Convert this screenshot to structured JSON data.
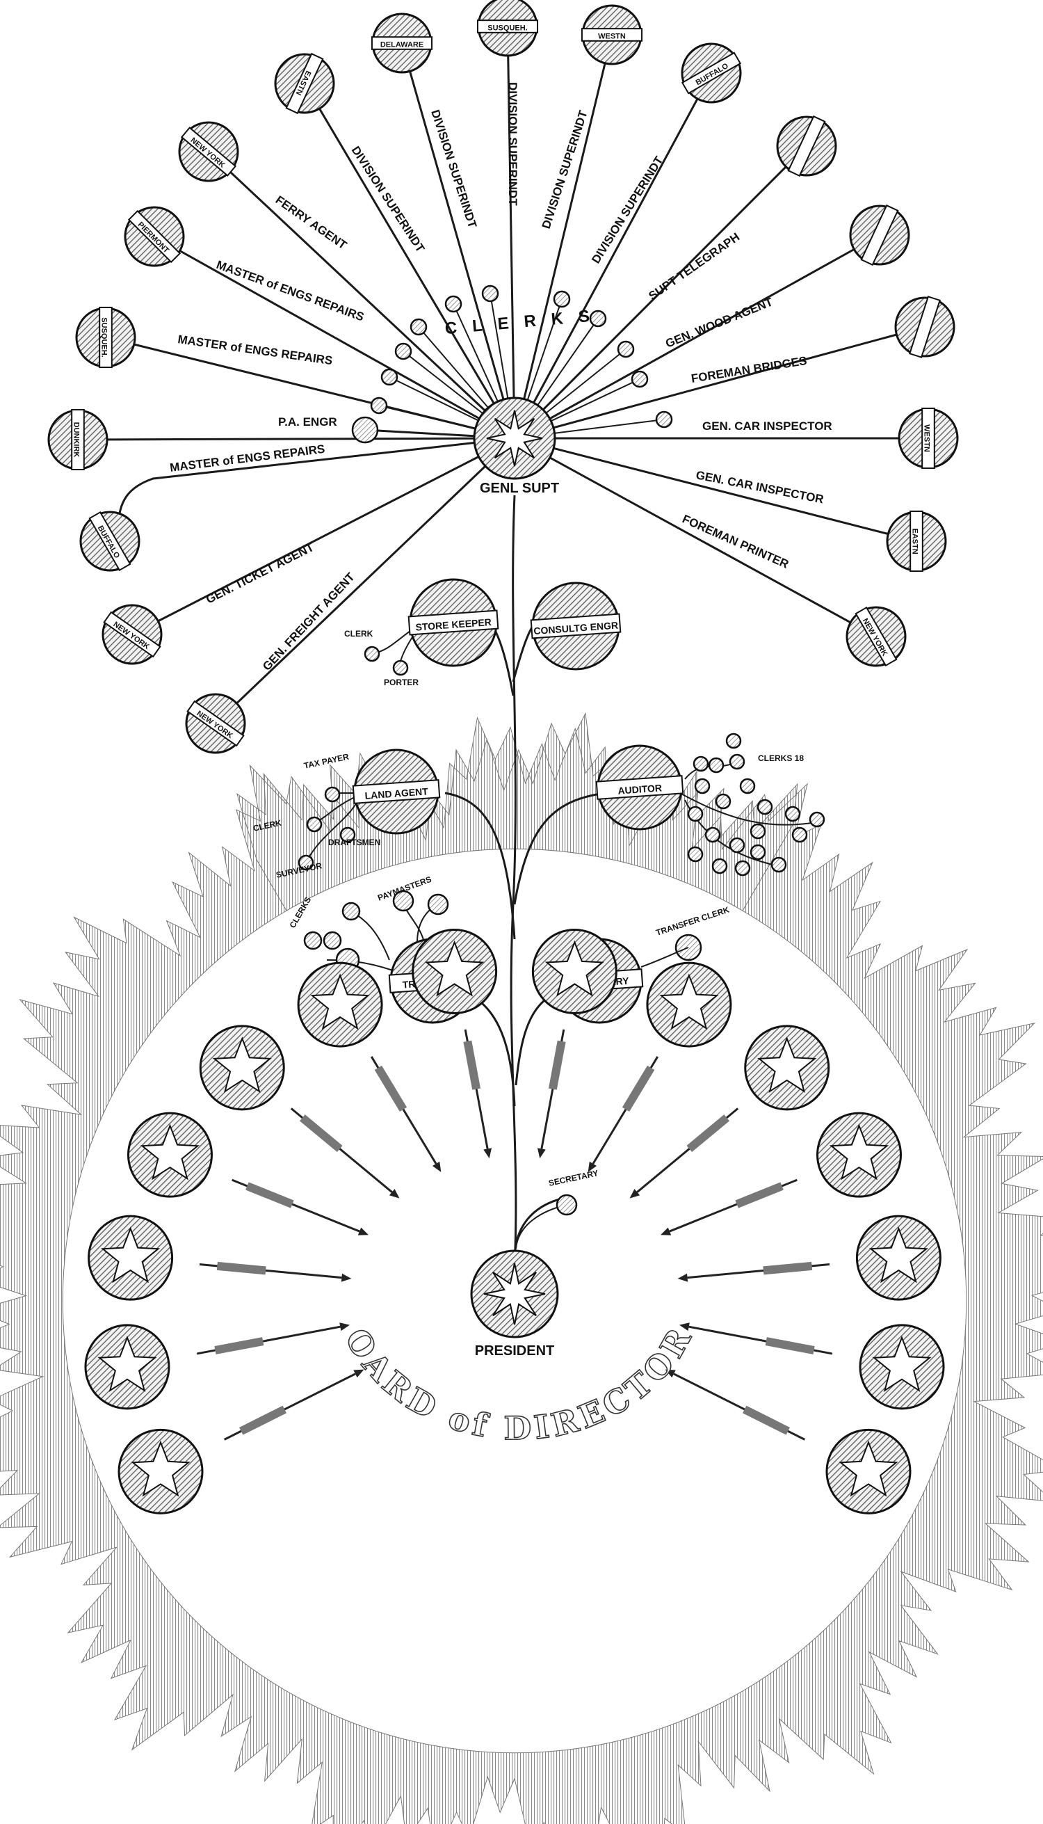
{
  "top": {
    "center_label": "GENL SUPT",
    "clerks_label": "CLERKS",
    "branches": [
      {
        "label": "MASTER of ENGS REPAIRS",
        "badge": "DUNKIRK"
      },
      {
        "label": "",
        "badge": "BUFFALO"
      },
      {
        "label": "P.A. ENGR",
        "badge": ""
      },
      {
        "label": "MASTER of ENGS REPAIRS",
        "badge": "SUSQUEH."
      },
      {
        "label": "MASTER of ENGS REPAIRS",
        "badge": "PIERMONT"
      },
      {
        "label": "FERRY AGENT",
        "badge": "NEW YORK"
      },
      {
        "label": "DIVISION SUPERINDT",
        "badge": "EASTN"
      },
      {
        "label": "DIVISION SUPERINDT",
        "badge": "DELAWARE"
      },
      {
        "label": "DIVISION SUPERINDT",
        "badge": "SUSQUEH."
      },
      {
        "label": "DIVISION SUPERINDT",
        "badge": "WESTN"
      },
      {
        "label": "DIVISION SUPERINDT",
        "badge": "BUFFALO"
      },
      {
        "label": "SUPT TELEGRAPH",
        "badge": ""
      },
      {
        "label": "GEN. WOOD AGENT",
        "badge": ""
      },
      {
        "label": "FOREMAN BRIDGES",
        "badge": ""
      },
      {
        "label": "GEN. CAR INSPECTOR",
        "badge": "WESTN"
      },
      {
        "label": "GEN. CAR INSPECTOR",
        "badge": "EASTN"
      },
      {
        "label": "FOREMAN PRINTER",
        "badge": "NEW YORK"
      },
      {
        "label": "GEN. TICKET AGENT",
        "badge": "NEW YORK"
      },
      {
        "label": "GEN. FREIGHT AGENT",
        "badge": "NEW YORK"
      }
    ]
  },
  "middle": {
    "store_keeper": "STORE KEEPER",
    "consult_eng": "CONSULTG ENGR",
    "clerk": "CLERK",
    "porter": "PORTER",
    "land_agent": "LAND AGENT",
    "tax_payer": "TAX PAYER",
    "clerk2": "CLERK",
    "draftsmen": "DRAFTSMEN",
    "surveyor": "SURVEYOR",
    "auditor": "AUDITOR",
    "clerks18": "CLERKS 18",
    "treasurer": "TREASURER",
    "clerks": "CLERKS",
    "paymasters": "PAYMASTERS",
    "secretary": "SECRETARY",
    "transfer_clerk": "TRANSFER CLERK"
  },
  "bottom": {
    "president": "PRESIDENT",
    "secretary": "SECRETARY",
    "board_title": "BOARD of DIRECTORS",
    "director_count": 14
  },
  "colors": {
    "ink": "#111111",
    "hatch": "#6e6e6e",
    "band": "#ffffff"
  }
}
